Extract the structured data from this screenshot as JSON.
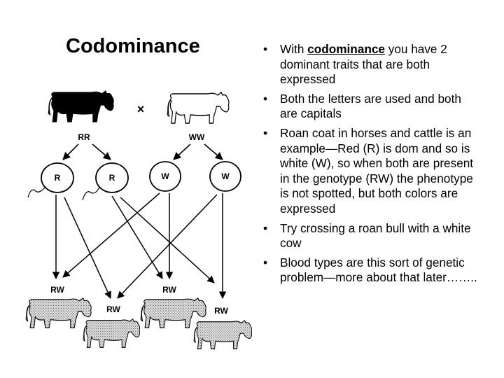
{
  "slide": {
    "title": "Codominance",
    "bullets": {
      "b1_pre": "With ",
      "b1_kw": "codominance",
      "b1_post": " you have 2 dominant traits that are both expressed",
      "b2": "Both the letters are used and both are capitals",
      "b3": "Roan coat in horses and cattle is an example—Red (R) is dom and so is white (W), so when both are present in the genotype (RW) the phenotype is not spotted, but both colors are expressed",
      "b4": "Try crossing a roan bull with a white cow",
      "b5": "Blood types are this sort of genetic problem—more about that later…….."
    }
  },
  "diagram": {
    "cross_symbol": "×",
    "parent_left_genotype": "RR",
    "parent_right_genotype": "WW",
    "gametes": [
      "R",
      "R",
      "W",
      "W"
    ],
    "offspring": [
      "RW",
      "RW",
      "RW",
      "RW"
    ],
    "colors": {
      "black_cow": "#000000",
      "white_cow": "#ffffff",
      "roan_cow": "#bdbdbd"
    }
  }
}
